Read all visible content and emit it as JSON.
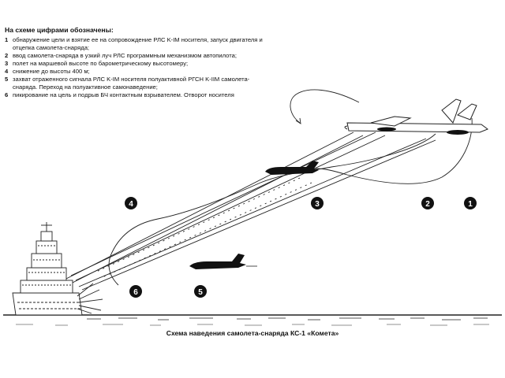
{
  "legend": {
    "title": "На схеме цифрами обозначены:",
    "items": [
      {
        "num": "1",
        "text": "обнаружение цели и взятие ее на сопровождение РЛС K-IM носителя, запуск двигателя и отцепка самолета-снаряда;"
      },
      {
        "num": "2",
        "text": "ввод самолета-снаряда в узкий луч РЛС программным механизмом автопилота;"
      },
      {
        "num": "3",
        "text": "полет на маршевой высоте по барометрическому высотомеру;"
      },
      {
        "num": "4",
        "text": "снижение до высоты 400 м;"
      },
      {
        "num": "5",
        "text": "захват отраженного сигнала РЛС K-IM носителя полуактивной РГСН K-IIM самолета-снаряда. Переход на полуактивное самонаведение;"
      },
      {
        "num": "6",
        "text": "пикирование на цель и подрыв БЧ контактным взрывателем. Отворот носителя"
      }
    ]
  },
  "markers": [
    "1",
    "2",
    "3",
    "4",
    "5",
    "6"
  ],
  "caption": "Схема наведения самолета-снаряда КС-1 «Комета»"
}
